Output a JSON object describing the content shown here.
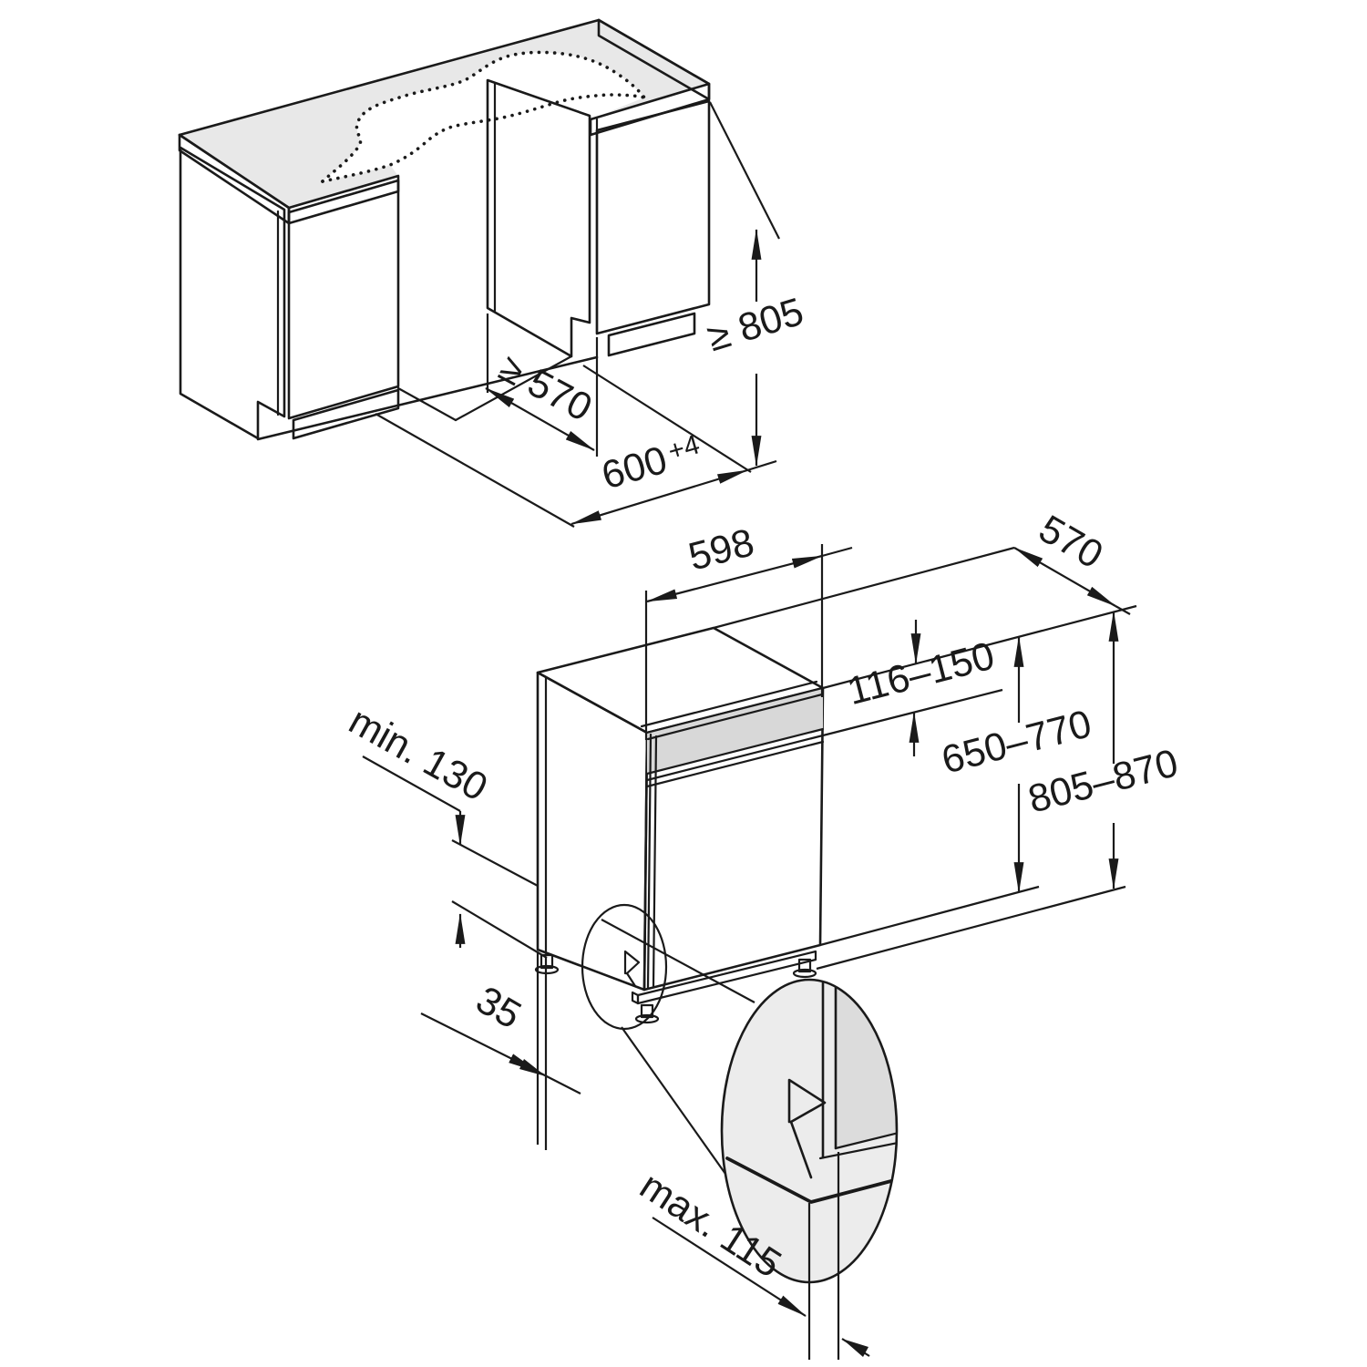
{
  "figure": {
    "kind": "appliance installation diagram",
    "subject": "built-under dishwasher: niche and appliance dimensions",
    "unit": "mm"
  },
  "colors": {
    "line": "#1a1a1a",
    "background": "#ffffff",
    "worktop_top": "#e8e8e8",
    "appliance_top": "#ececec",
    "appliance_side": "#fbfbfb",
    "appliance_door": "#dcdcdc",
    "appliance_fascia": "#d8d8d8",
    "detail_background": "#ececec",
    "detail_panel": "#dcdcdc",
    "cabinet_face": "#ffffff"
  },
  "labels": {
    "niche": {
      "depth_min": "≥ 570",
      "width": "600",
      "width_tolerance": "+4",
      "underworktop_height_min": "≥ 805"
    },
    "appliance": {
      "width": "598",
      "depth": "570",
      "fascia_height": "116–150",
      "door_panel_height": "650–770",
      "overall_height": "805–870",
      "plinth_clearance_min": "min. 130",
      "side_offset": "35",
      "plinth_recess_max": "max. 115"
    }
  }
}
